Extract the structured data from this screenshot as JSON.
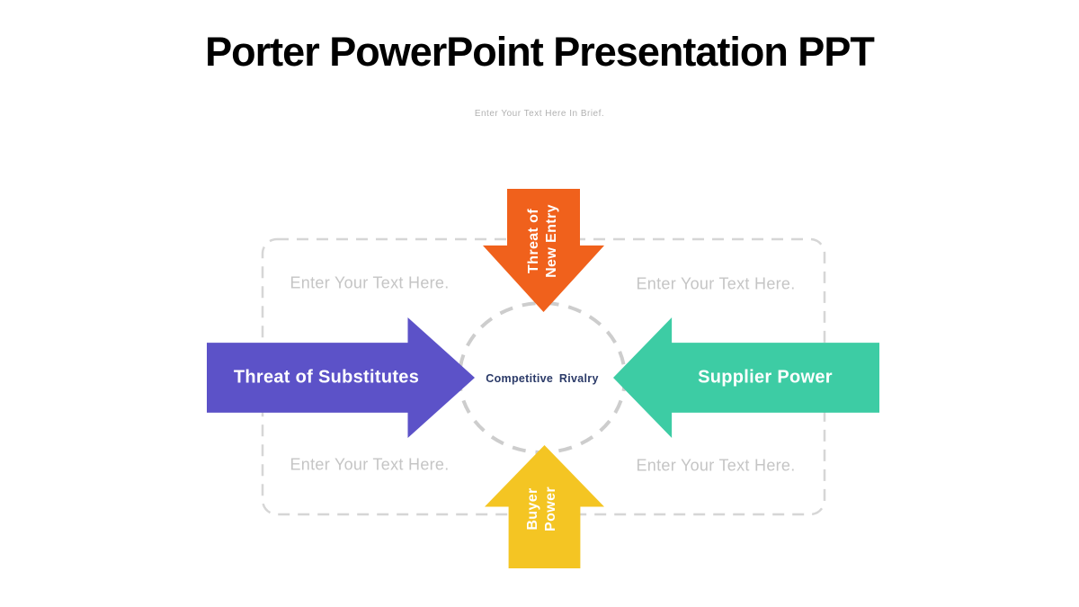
{
  "slide": {
    "title": "Porter PowerPoint Presentation PPT",
    "subtitle": "Enter Your Text Here In Brief."
  },
  "diagram": {
    "center_label": "Competitive Rivalry",
    "arrows": {
      "top": {
        "line1": "Threat of",
        "line2": "New Entry",
        "color": "#F0611C",
        "direction": "down"
      },
      "left": {
        "label": "Threat of Substitutes",
        "color": "#5C52C8",
        "direction": "right"
      },
      "right": {
        "label": "Supplier Power",
        "color": "#3DCCA4",
        "direction": "left"
      },
      "bottom": {
        "line1": "Buyer",
        "line2": "Power",
        "color": "#F4C523",
        "direction": "up"
      }
    },
    "placeholders": {
      "top_left": "Enter Your Text Here.",
      "top_right": "Enter Your Text Here.",
      "bottom_left": "Enter Your Text Here.",
      "bottom_right": "Enter Your Text Here."
    },
    "colors": {
      "background": "#FFFFFF",
      "title_text": "#000000",
      "subtitle_text": "#B1B1B1",
      "placeholder_text": "#C5C5C5",
      "panel_border": "#D6D6D6",
      "circle_border": "#CDCDCD",
      "center_text": "#2B3A68",
      "arrow_label_text": "#FFFFFF"
    }
  }
}
